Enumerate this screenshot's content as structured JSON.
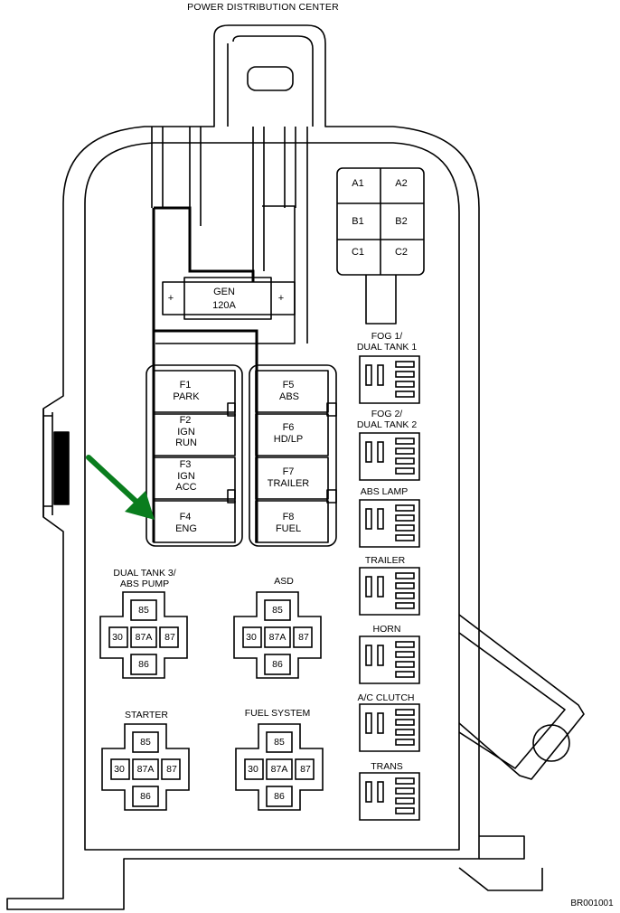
{
  "title": "POWER DISTRIBUTION CENTER",
  "figure_code": "BR001001",
  "gen_fuse": {
    "name": "GEN",
    "rating": "120A",
    "plus": "+"
  },
  "grid": [
    "A1",
    "A2",
    "B1",
    "B2",
    "C1",
    "C2"
  ],
  "fuses_left": [
    {
      "id": "F1",
      "name": "PARK"
    },
    {
      "id": "F2",
      "name": "IGN\nRUN"
    },
    {
      "id": "F3",
      "name": "IGN\nACC"
    },
    {
      "id": "F4",
      "name": "ENG"
    }
  ],
  "fuses_right": [
    {
      "id": "F5",
      "name": "ABS"
    },
    {
      "id": "F6",
      "name": "HD/LP"
    },
    {
      "id": "F7",
      "name": "TRAILER"
    },
    {
      "id": "F8",
      "name": "FUEL"
    }
  ],
  "small_relays": [
    "FOG 1/\nDUAL TANK 1",
    "FOG 2/\nDUAL TANK 2",
    "ABS LAMP",
    "TRAILER",
    "HORN",
    "A/C CLUTCH",
    "TRANS"
  ],
  "big_relays": [
    {
      "name": "DUAL TANK 3/\nABS PUMP"
    },
    {
      "name": "ASD"
    },
    {
      "name": "STARTER"
    },
    {
      "name": "FUEL SYSTEM"
    }
  ],
  "relay_terminals": {
    "top": "85",
    "left": "30",
    "center": "87A",
    "right": "87",
    "bottom": "86"
  },
  "highlighted_fuse": "F4",
  "colors": {
    "arrow": "#0a7d1e",
    "line": "#000000"
  }
}
